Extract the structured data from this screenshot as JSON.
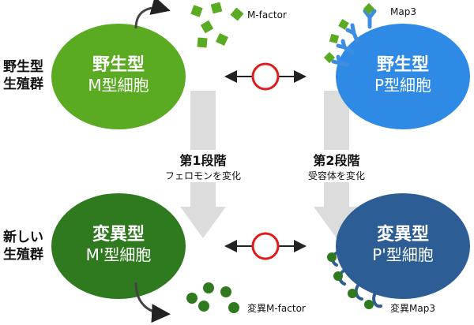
{
  "rows": {
    "wild": "野生型\n生殖群",
    "new": "新しい\n生殖群"
  },
  "cells": {
    "wild_m": {
      "title": "野生型",
      "sub": "M型細胞"
    },
    "wild_p": {
      "title": "野生型",
      "sub": "P型細胞"
    },
    "mut_m": {
      "title": "変異型",
      "sub": "M'型細胞"
    },
    "mut_p": {
      "title": "変異型",
      "sub": "P'型細胞"
    }
  },
  "labels": {
    "m_factor": "M-factor",
    "map3": "Map3",
    "mut_m_factor": "変異M-factor",
    "mut_map3": "変異Map3"
  },
  "steps": {
    "step1": {
      "title": "第1段階",
      "sub": "フェロモンを変化"
    },
    "step2": {
      "title": "第2段階",
      "sub": "受容体を変化"
    }
  },
  "colors": {
    "wild_m": "#5aaa22",
    "wild_p": "#2f8ae6",
    "mut_m": "#2f7a1f",
    "mut_p": "#2c5d95",
    "receptor": "#3d8ee0",
    "pheromone": "#5aaa22",
    "blocked": "#e01b1b",
    "gray_arrow": "#dcdcdc"
  }
}
